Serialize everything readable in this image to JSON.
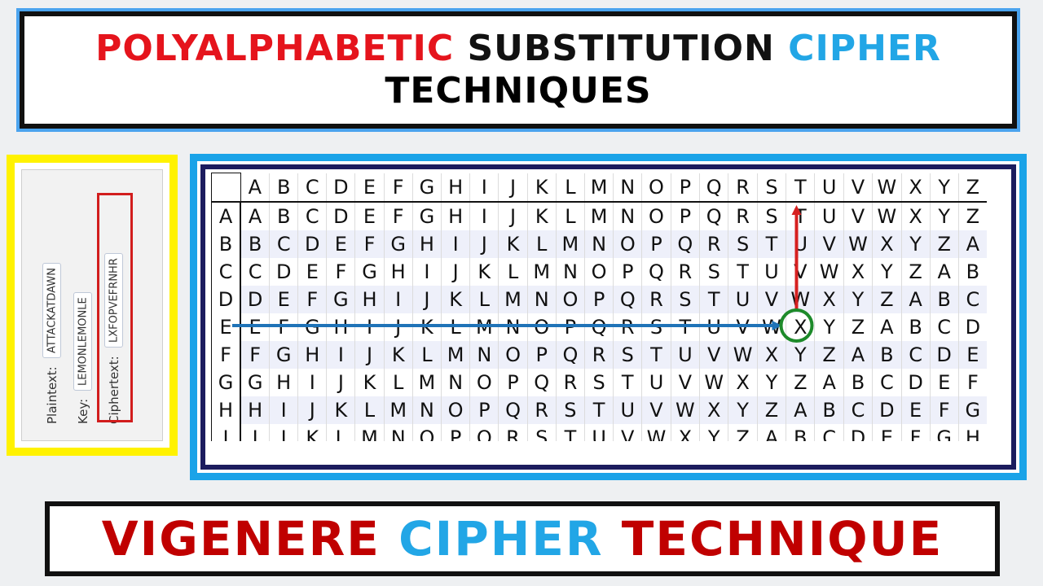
{
  "title": {
    "line1": [
      {
        "text": "POLYALPHABETIC",
        "color": "#e5141c"
      },
      {
        "text": " SUBSTITUTION ",
        "color": "#111111"
      },
      {
        "text": "CIPHER",
        "color": "#22a6e6"
      }
    ],
    "line2": "TECHNIQUES"
  },
  "example": {
    "plaintext_label": "Plaintext:",
    "plaintext_value": "ATTACKATDAWN",
    "key_label": "Key:",
    "key_value": "LEMONLEMONLE",
    "ciphertext_label": "Ciphertext:",
    "ciphertext_value": "LXFOPVEFRNHR"
  },
  "table": {
    "columns": [
      "A",
      "B",
      "C",
      "D",
      "E",
      "F",
      "G",
      "H",
      "I",
      "J",
      "K",
      "L",
      "M",
      "N",
      "O",
      "P",
      "Q",
      "R",
      "S",
      "T",
      "U",
      "V",
      "W",
      "X",
      "Y",
      "Z"
    ],
    "rows": [
      "A",
      "B",
      "C",
      "D",
      "E",
      "F",
      "G",
      "H",
      "I"
    ],
    "highlight": {
      "row": "E",
      "column": "T",
      "result": "X"
    },
    "colors": {
      "row_arrow": "#1f73b7",
      "column_arrow": "#d62020",
      "result_circle": "#1d8a2a"
    }
  },
  "banner": [
    {
      "text": "VIGENERE ",
      "color": "#c00000"
    },
    {
      "text": "CIPHER ",
      "color": "#22a6e6"
    },
    {
      "text": "TECHNIQUE",
      "color": "#c00000"
    }
  ]
}
